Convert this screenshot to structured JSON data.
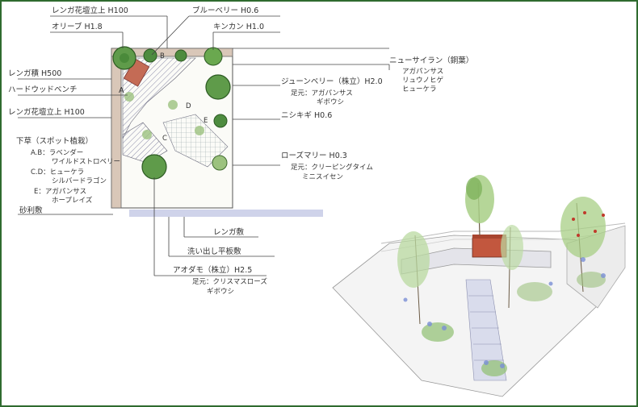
{
  "frame_color": "#2f6b2f",
  "plan_labels": {
    "brick_planter_top": "レンガ花壇立上 H100",
    "olive": "オリーブ H1.8",
    "blueberry": "ブルーベリー H0.6",
    "kinkan": "キンカン H1.0",
    "brick_pile": "レンガ積 H500",
    "hardwood_bench": "ハードウッドベンチ",
    "brick_planter_left": "レンガ花壇立上 H100",
    "ground_cover_title": "下草（スポット植栽）",
    "ground_cover_ab": "A.B：ラベンダー",
    "ground_cover_ab2": "ワイルドストロベリー",
    "ground_cover_cd": "C.D：ヒューケラ",
    "ground_cover_cd2": "シルバードラゴン",
    "ground_cover_e": "E：アガパンサス",
    "ground_cover_e2": "ホープレイズ",
    "sand_paving": "砂利敷",
    "new_zealand_flax": "ニューサイラン（銅葉）",
    "nzf_sub1": "アガパンサス",
    "nzf_sub2": "リュウノヒゲ",
    "nzf_sub3": "ヒューケラ",
    "juneberry": "ジューンベリー（株立）H2.0",
    "juneberry_sub1": "足元：アガパンサス",
    "juneberry_sub2": "ギボウシ",
    "nishikigi": "ニシキギ H0.6",
    "rosemary": "ローズマリー H0.3",
    "rosemary_sub1": "足元：クリーピングタイム",
    "rosemary_sub2": "ミニスイセン",
    "brick_paving": "レンガ敷",
    "stepping_stone": "洗い出し平板敷",
    "aodamo": "アオダモ（株立）H2.5",
    "aodamo_sub1": "足元：クリスマスローズ",
    "aodamo_sub2": "ギボウシ"
  },
  "plan_letters": [
    "A",
    "B",
    "C",
    "D",
    "E"
  ]
}
